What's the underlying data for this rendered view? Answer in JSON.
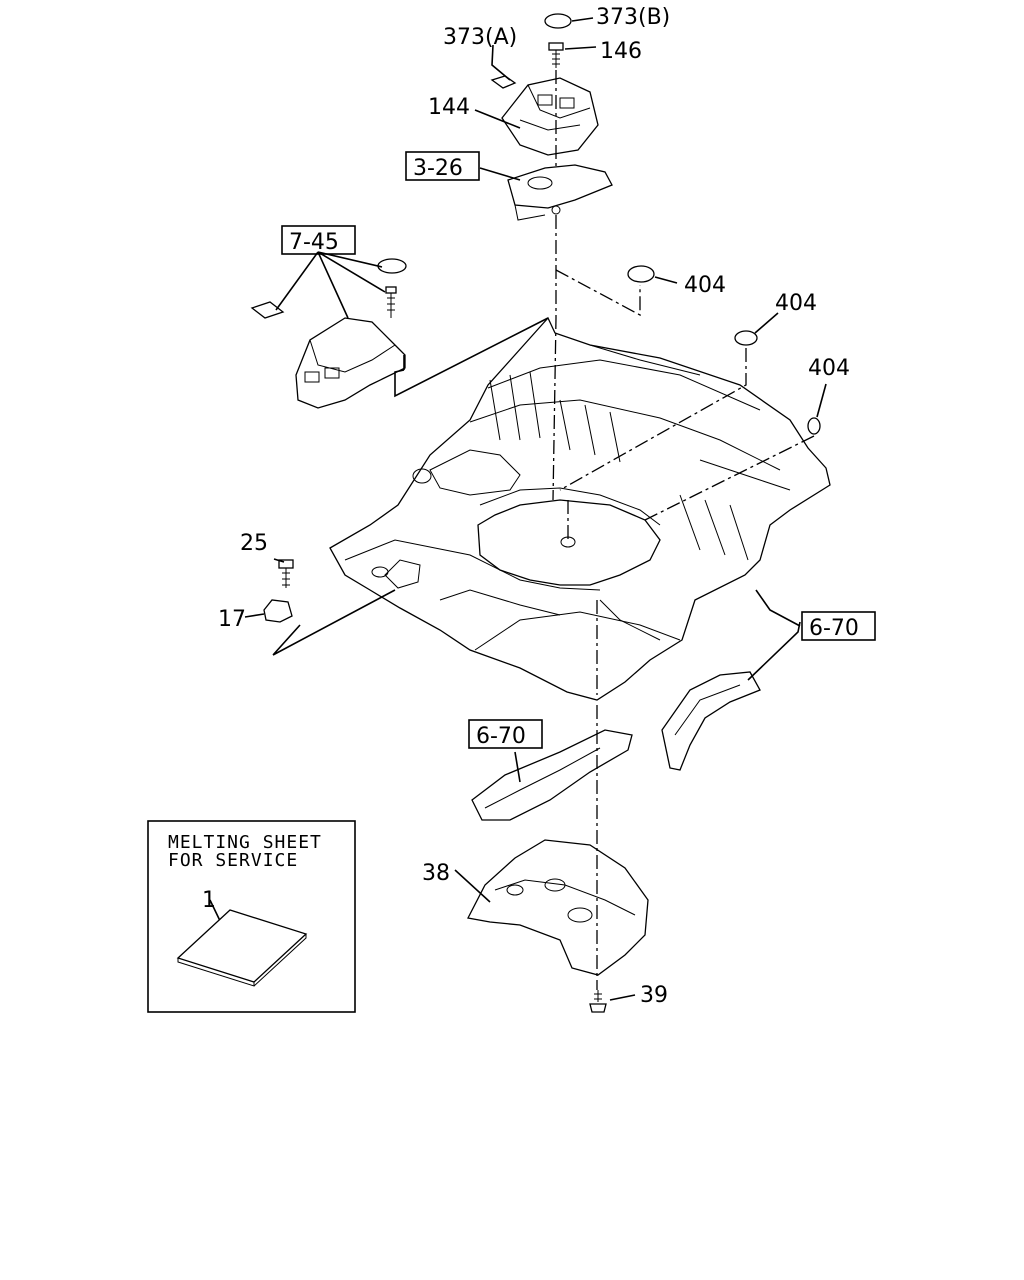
{
  "part_labels": {
    "p373a": "373(A)",
    "p373b": "373(B)",
    "p146": "146",
    "p144": "144",
    "p404_a": "404",
    "p404_b": "404",
    "p404_c": "404",
    "p25": "25",
    "p17": "17",
    "p38": "38",
    "p39": "39",
    "p1": "1"
  },
  "reference_labels": {
    "ref_3_26": "3-26",
    "ref_7_45": "7-45",
    "ref_6_70_right": "6-70",
    "ref_6_70_left": "6-70"
  },
  "note_box": {
    "line1": "MELTING SHEET",
    "line2": "FOR SERVICE"
  }
}
